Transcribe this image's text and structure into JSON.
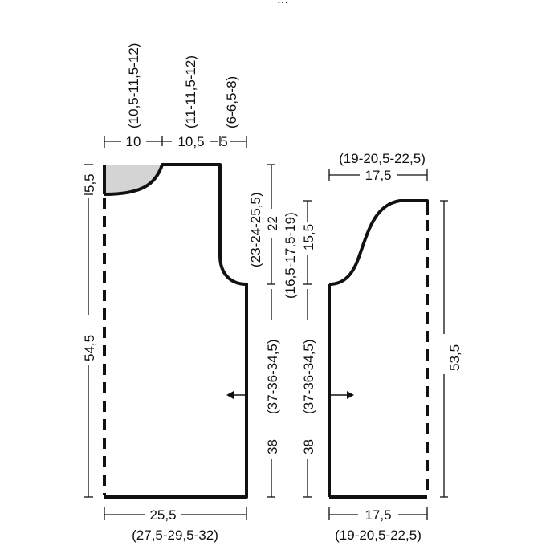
{
  "header_fragment": "...",
  "back_piece": {
    "top_widths": [
      "10",
      "10,5",
      "5"
    ],
    "top_width_alternates": [
      "(10,5-11,5-12)",
      "(11-11,5-12)",
      "(6-6,5-8)"
    ],
    "neck_depth": "5,5",
    "armhole_depth": "22",
    "armhole_depth_alt": "(23-24-25,5)",
    "total_length": "54,5",
    "side_length": "38",
    "side_length_alt": "(37-36-34,5)",
    "bottom_width": "25,5",
    "bottom_width_alt": "(27,5-29,5-32)"
  },
  "sleeve_piece": {
    "top_width": "17,5",
    "top_width_alt": "(19-20,5-22,5)",
    "cap_depth": "15,5",
    "cap_depth_alt": "(16,5-17,5-19)",
    "side_length": "38",
    "side_length_alt": "(37-36-34,5)",
    "total_length": "53,5",
    "bottom_width": "17,5",
    "bottom_width_alt": "(19-20,5-22,5)"
  },
  "colors": {
    "line": "#111111",
    "shade": "#d4d4d4",
    "background": "#ffffff"
  }
}
